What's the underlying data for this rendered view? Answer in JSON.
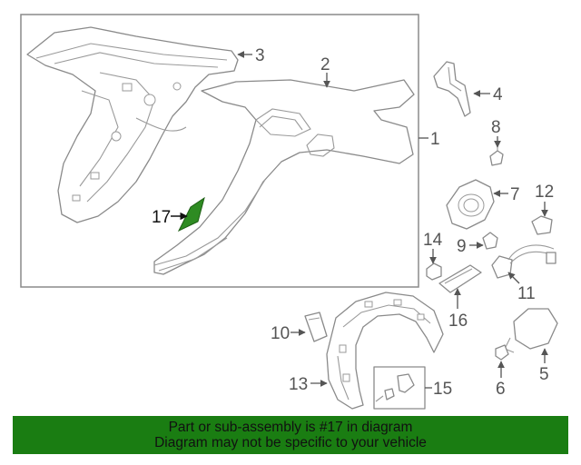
{
  "callouts": {
    "c1": "1",
    "c2": "2",
    "c3": "3",
    "c4": "4",
    "c5": "5",
    "c6": "6",
    "c7": "7",
    "c8": "8",
    "c9": "9",
    "c10": "10",
    "c11": "11",
    "c12": "12",
    "c13": "13",
    "c14": "14",
    "c15": "15",
    "c16": "16",
    "c17": "17"
  },
  "colors": {
    "highlight_part": "#2e8b22",
    "banner_background": "#1a7d12"
  },
  "banner": {
    "line1": "Part or sub-assembly is #17 in diagram",
    "line2": "Diagram may not be specific to your vehicle"
  }
}
